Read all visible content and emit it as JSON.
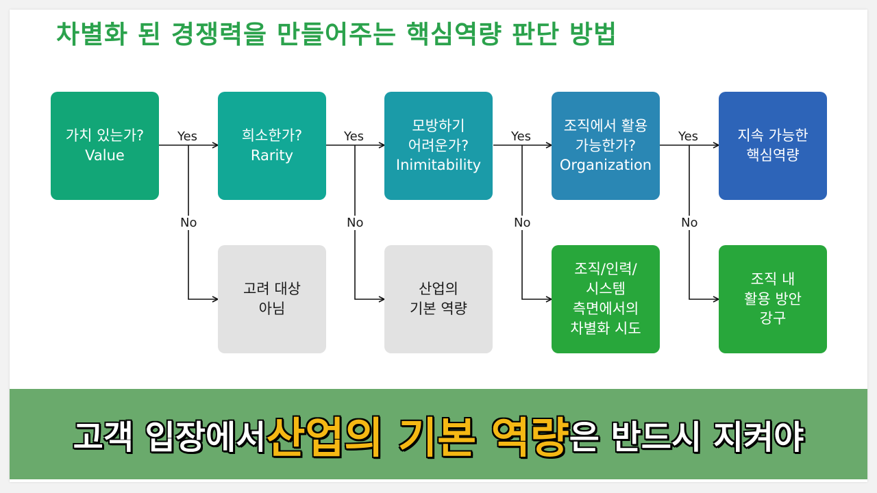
{
  "title": "차별화 된 경쟁력을 만들어주는 핵심역량 판단 방법",
  "flow": {
    "steps": [
      {
        "text": "가치 있는가?\nValue",
        "color": "#12a677"
      },
      {
        "text": "희소한가?\nRarity",
        "color": "#12a896"
      },
      {
        "text": "모방하기\n어려운가?\nInimitability",
        "color": "#1b9ba8"
      },
      {
        "text": "조직에서 활용\n가능한가?\nOrganization",
        "color": "#2a87b4"
      },
      {
        "text": "지속 가능한\n핵심역량",
        "color": "#2d64b8"
      }
    ],
    "outcomes": [
      {
        "text": "고려 대상\n아님",
        "color": "#e2e2e2"
      },
      {
        "text": "산업의\n기본 역량",
        "color": "#e2e2e2"
      },
      {
        "text": "조직/인력/\n시스템\n측면에서의\n차별화 시도",
        "color": "#28a73b"
      },
      {
        "text": "조직 내\n활용 방안\n강구",
        "color": "#28a73b"
      }
    ],
    "yes_label": "Yes",
    "no_label": "No"
  },
  "banner": {
    "part1": "고객 입장에서 ",
    "highlight": "산업의 기본 역량",
    "part2": "은 반드시 지켜야",
    "highlight_color": "#f5b814",
    "bg_color": "#6aaa6c"
  }
}
